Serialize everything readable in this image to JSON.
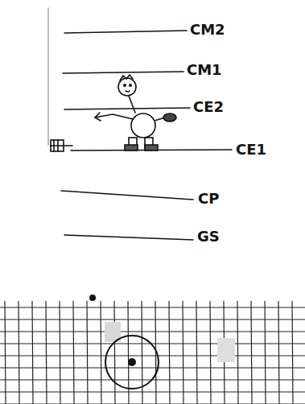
{
  "diagram": {
    "labels": [
      "CM2",
      "CM1",
      "CE2",
      "CE1",
      "CP",
      "GS"
    ]
  }
}
